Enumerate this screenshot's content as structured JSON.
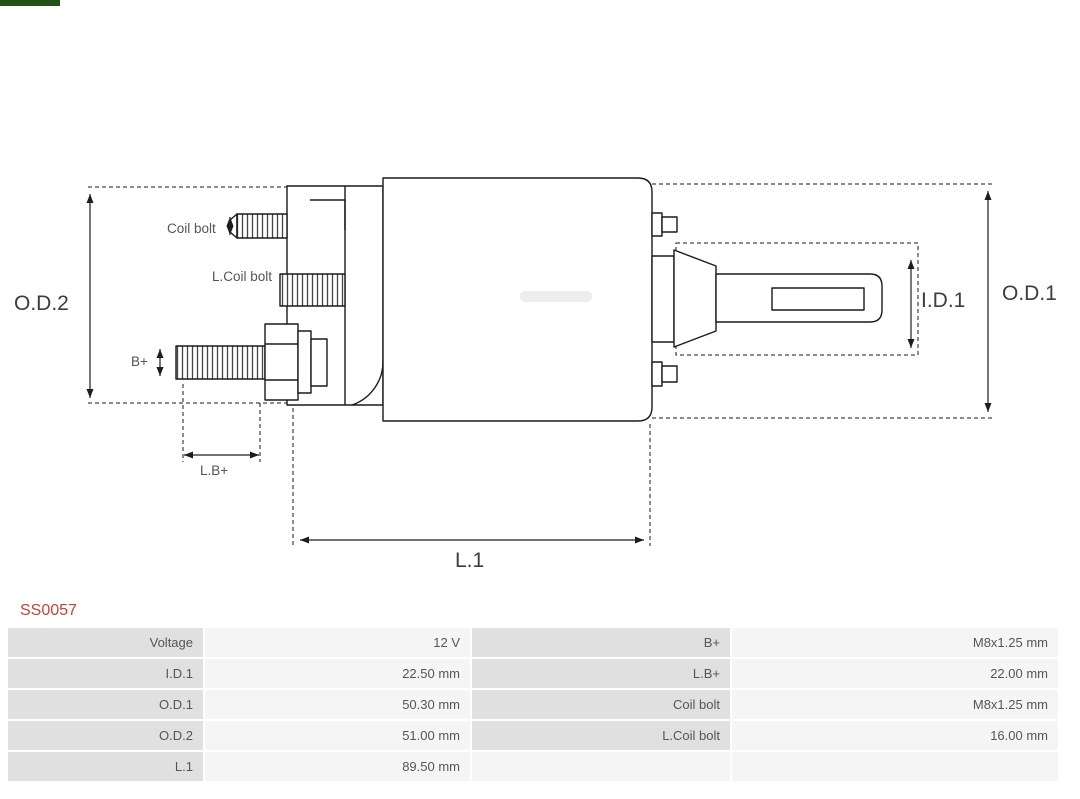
{
  "product": {
    "code": "SS0057"
  },
  "colors": {
    "accent_red": "#c0443c",
    "table_label_bg": "#e0e0e0",
    "table_value_bg": "#f5f5f5",
    "logo_fragment_green": "#235018"
  },
  "diagram": {
    "labels": {
      "od2": "O.D.2",
      "od1": "O.D.1",
      "id1": "I.D.1",
      "l1": "L.1",
      "lb_plus": "L.B+",
      "b_plus": "B+",
      "coil_bolt": "Coil bolt",
      "l_coil_bolt": "L.Coil bolt"
    }
  },
  "table": {
    "rows": [
      {
        "cells": [
          "Voltage",
          "12 V",
          "B+",
          "M8x1.25 mm"
        ]
      },
      {
        "cells": [
          "I.D.1",
          "22.50 mm",
          "L.B+",
          "22.00 mm"
        ]
      },
      {
        "cells": [
          "O.D.1",
          "50.30 mm",
          "Coil bolt",
          "M8x1.25 mm"
        ]
      },
      {
        "cells": [
          "O.D.2",
          "51.00 mm",
          "L.Coil bolt",
          "16.00 mm"
        ]
      },
      {
        "cells": [
          "L.1",
          "89.50 mm",
          "",
          ""
        ]
      }
    ]
  }
}
